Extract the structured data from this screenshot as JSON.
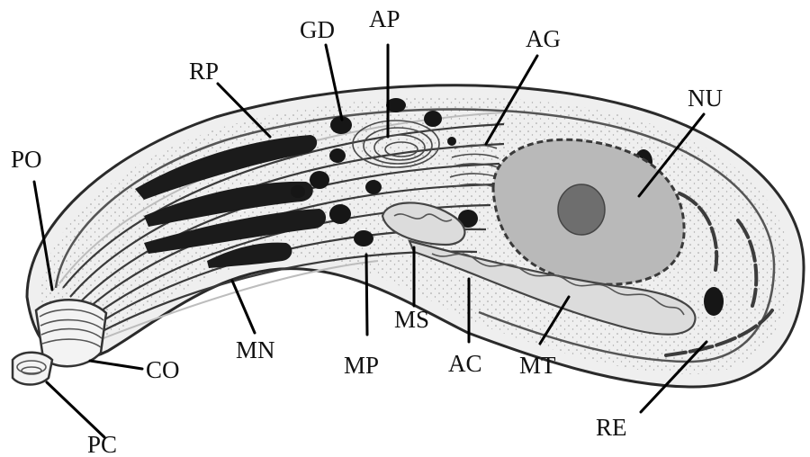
{
  "labels": {
    "po": "PO",
    "rp": "RP",
    "gd": "GD",
    "ap": "AP",
    "ag": "AG",
    "nu": "NU",
    "co": "CO",
    "pc": "PC",
    "mn": "MN",
    "mp": "MP",
    "ms": "MS",
    "ac": "AC",
    "mt": "MT",
    "re": "RE"
  },
  "colors": {
    "background": "#ffffff",
    "cell_fill": "#efefef",
    "organelle_dark": "#161616",
    "nucleus_fill": "#b9b9b9"
  }
}
